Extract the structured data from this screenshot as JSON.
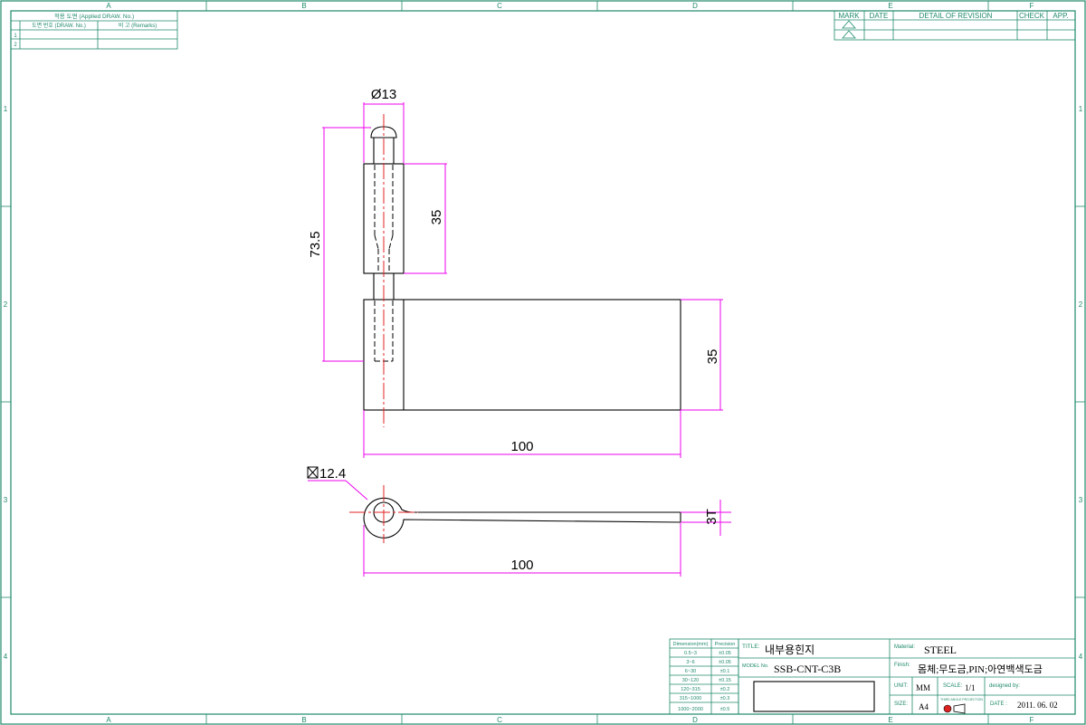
{
  "grid": {
    "columns": [
      "A",
      "B",
      "C",
      "D",
      "E",
      "F"
    ],
    "rows": [
      "1",
      "2",
      "3",
      "4"
    ]
  },
  "applied_drawing_table": {
    "title": "적용 도면 (Applied DRAW. No.)",
    "col_drawing_no": "도면 번호 (DRAW. No.)",
    "col_remarks": "비 고 (Remarks)",
    "row_numbers": [
      "1",
      "2"
    ]
  },
  "revision_table": {
    "headers": [
      "MARK",
      "DATE",
      "DETAIL OF REVISION",
      "CHECK",
      "APP."
    ]
  },
  "dimensions": {
    "pin_diameter": "Ø13",
    "overall_height": "73.5",
    "knuckle_length": "35",
    "leaf_height": "35",
    "leaf_width_front": "100",
    "leaf_width_top": "100",
    "pin_square": "12.4",
    "thickness": "3T"
  },
  "tolerance_table": {
    "headers": [
      "Dimension(mm)",
      "Precision"
    ],
    "rows": [
      [
        "0.5~3",
        "±0.05"
      ],
      [
        "3~6",
        "±0.05"
      ],
      [
        "6~30",
        "±0.1"
      ],
      [
        "30~120",
        "±0.15"
      ],
      [
        "120~315",
        "±0.2"
      ],
      [
        "315~1000",
        "±0.3"
      ],
      [
        "1000~2000",
        "±0.5"
      ]
    ]
  },
  "title_block": {
    "title_label": "TITLE:",
    "title_value": "내부용힌지",
    "model_label": "MODEL No.",
    "model_value": "SSB-CNT-C3B",
    "material_label": "Material:",
    "material_value": "STEEL",
    "finish_label": "Finish:",
    "finish_value": "몸체;무도금,PIN;아연백색도금",
    "unit_label": "UNIT:",
    "unit_value": "MM",
    "scale_label": "SCALE:",
    "scale_value": "1/1",
    "designed_label": "designed by:",
    "size_label": "SIZE:",
    "size_value": "A4",
    "date_label": "DATE :",
    "date_value": "2011. 06. 02",
    "projection_label": "THIRD ANGLE PROJECTION"
  }
}
